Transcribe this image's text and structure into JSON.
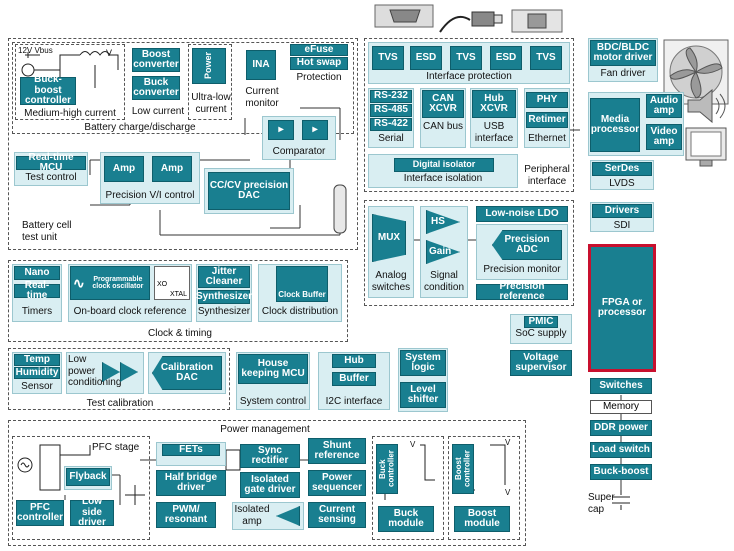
{
  "top": {
    "interface_protection": "Interface protection",
    "tvs": "TVS",
    "esd": "ESD"
  },
  "right_top": {
    "bdc_bldc_motor_driver": "BDC/BLDC motor driver",
    "fan_driver": "Fan driver"
  },
  "battery": {
    "vbus": "12V Vbus",
    "vo": "V",
    "buck_boost_controller": "Buck-boost controller",
    "medium_high_current": "Medium-high current",
    "boost_converter": "Boost converter",
    "buck_converter": "Buck converter",
    "low_current": "Low current",
    "power": "Power",
    "ultra_low_current": "Ultra-low current",
    "ina": "INA",
    "current_monitor": "Current monitor",
    "efuse": "eFuse",
    "hot_swap": "Hot swap",
    "protection": "Protection",
    "battery_charge_discharge": "Battery charge/discharge",
    "real_time_mcu": "Real-time MCU",
    "test_control": "Test control",
    "amp": "Amp",
    "precision_vi_control": "Precision V/I control",
    "comparator": "Comparator",
    "ccv_precision_dac": "CC/CV precision DAC",
    "battery_cell_test_unit": "Battery cell test unit"
  },
  "peripheral": {
    "rs232": "RS-232",
    "rs485": "RS-485",
    "rs422": "RS-422",
    "serial": "Serial",
    "can_xcvr": "CAN XCVR",
    "can_bus": "CAN bus",
    "hub_xcvr": "Hub XCVR",
    "usb_interface": "USB interface",
    "phy": "PHY",
    "retimer": "Retimer",
    "ethernet": "Ethernet",
    "digital_isolator": "Digital isolator",
    "interface_isolation": "Interface isolation",
    "peripheral_interface": "Peripheral interface"
  },
  "media": {
    "media_processor": "Media processor",
    "audio_amp": "Audio amp",
    "video_amp": "Video amp"
  },
  "serdes": {
    "serdes": "SerDes",
    "lvds": "LVDS"
  },
  "sdi": {
    "drivers": "Drivers",
    "sdi": "SDI"
  },
  "analog": {
    "mux": "MUX",
    "analog_switches": "Analog switches",
    "hs": "HS",
    "gain": "Gain",
    "signal_condition": "Signal condition",
    "low_noise_ldo": "Low-noise LDO",
    "precision_adc": "Precision ADC",
    "precision_monitor": "Precision monitor",
    "precision_reference": "Precision reference"
  },
  "clock": {
    "nano": "Nano",
    "real_time": "Real-time",
    "timers": "Timers",
    "programmable_clock_oscillator": "Programmable clock oscillator",
    "on_board_clock_reference": "On-board clock reference",
    "xo": "XO",
    "xtal": "XTAL",
    "jitter_cleaner": "Jitter Cleaner",
    "synthesizer_block": "Synthesizer",
    "synthesizer": "Synthesizer",
    "clock_buffer": "Clock Buffer",
    "clock_distribution": "Clock distribution",
    "clock_timing": "Clock & timing"
  },
  "fpga": {
    "label": "FPGA or processor"
  },
  "pmic": {
    "pmic": "PMIC",
    "soc_supply": "SoC supply"
  },
  "voltage_supervisor": "Voltage supervisor",
  "calibration": {
    "temp": "Temp",
    "humidity": "Humidity",
    "sensor": "Sensor",
    "low_power_conditioning": "Low power conditioning",
    "calibration_dac": "Calibration DAC",
    "test_calibration": "Test calibration"
  },
  "system_control": {
    "house_keeping_mcu": "House keeping MCU",
    "system_control": "System control"
  },
  "i2c": {
    "hub": "Hub",
    "buffer": "Buffer",
    "i2c_interface": "I2C interface"
  },
  "logic": {
    "system_logic": "System logic",
    "level_shifter": "Level shifter"
  },
  "right_bottom": {
    "switches": "Switches",
    "memory": "Memory",
    "ddr_power": "DDR power",
    "load_switch": "Load switch",
    "buck_boost": "Buck-boost",
    "super_cap": "Super cap"
  },
  "power": {
    "power_management": "Power management",
    "pfc_stage": "PFC stage",
    "flyback": "Flyback",
    "pfc_controller": "PFC controller",
    "low_side_driver": "Low side driver",
    "fets": "FETs",
    "half_bridge_driver": "Half bridge driver",
    "pwm_resonant": "PWM/ resonant",
    "isolated_amp": "Isolated amp",
    "sync_rectifier": "Sync rectifier",
    "isolated_gate_driver": "Isolated gate driver",
    "shunt_reference": "Shunt reference",
    "power_sequencer": "Power sequencer",
    "current_sensing": "Current sensing",
    "buck_controller": "Buck controller",
    "buck_module": "Buck module",
    "boost_controller": "Boost controller",
    "boost_module": "Boost module",
    "vo": "V",
    "vi": "V"
  }
}
